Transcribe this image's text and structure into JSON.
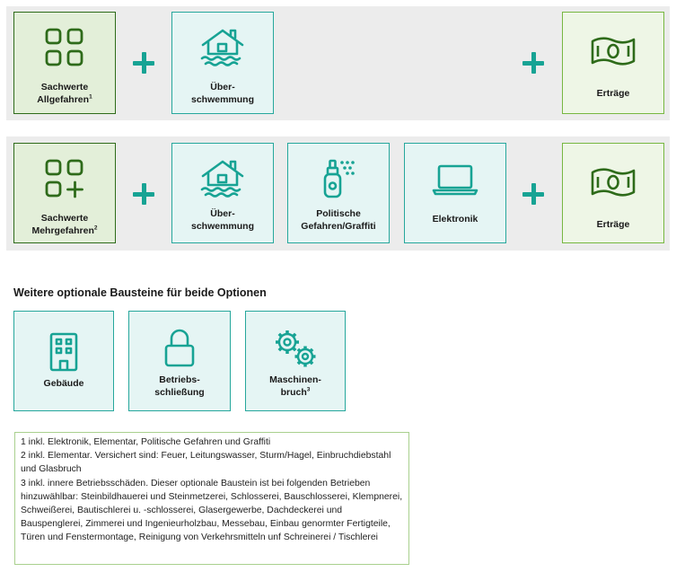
{
  "option1": {
    "cards": [
      {
        "line1": "Sachwerte",
        "line2": "Allgefahren",
        "sup": "1",
        "icon": "grid-four-icon"
      },
      {
        "line1": "Über-",
        "line2": "schwemmung",
        "icon": "flood-house-icon"
      },
      {
        "line1": "Erträge",
        "icon": "banknote-icon"
      }
    ]
  },
  "option2": {
    "cards": [
      {
        "line1": "Sachwerte",
        "line2": "Mehrgefahren",
        "sup": "2",
        "icon": "grid-plus-icon"
      },
      {
        "line1": "Über-",
        "line2": "schwemmung",
        "icon": "flood-house-icon"
      },
      {
        "line1": "Politische",
        "line2": "Gefahren/Graffiti",
        "icon": "spray-can-icon"
      },
      {
        "line1": "Elektronik",
        "icon": "laptop-icon"
      },
      {
        "line1": "Erträge",
        "icon": "banknote-icon"
      }
    ]
  },
  "optional": {
    "heading": "Weitere optionale Bausteine für beide Optionen",
    "cards": [
      {
        "line1": "Gebäude",
        "icon": "building-icon"
      },
      {
        "line1": "Betriebs-",
        "line2": "schließung",
        "icon": "padlock-icon"
      },
      {
        "line1": "Maschinen-",
        "line2": "bruch",
        "sup": "3",
        "icon": "gears-icon"
      }
    ]
  },
  "footnotes": [
    "1 inkl. Elektronik, Elementar, Politische Gefahren und Graffiti",
    "2 inkl. Elementar. Versichert sind: Feuer, Leitungswasser, Sturm/Hagel, Einbruchdiebstahl und Glasbruch",
    "3 inkl. innere Betriebsschäden.  Dieser optionale Baustein ist bei folgenden Betrieben hinzuwählbar: Steinbildhauerei und Steinmetzerei, Schlosserei, Bauschlosserei, Klempnerei, Schweißerei, Bautischlerei u. -schlosserei, Glasergewerbe, Dachdeckerei und Bauspenglerei, Zimmerei und Ingenieurholzbau, Messebau, Einbau genormter Fertigteile, Türen und Fenstermontage, Reinigung von Verkehrsmitteln unf Schreinerei / Tischlerei"
  ],
  "colors": {
    "dark_green": "#2e6b1a",
    "teal": "#17a394",
    "light_green": "#77b741"
  }
}
